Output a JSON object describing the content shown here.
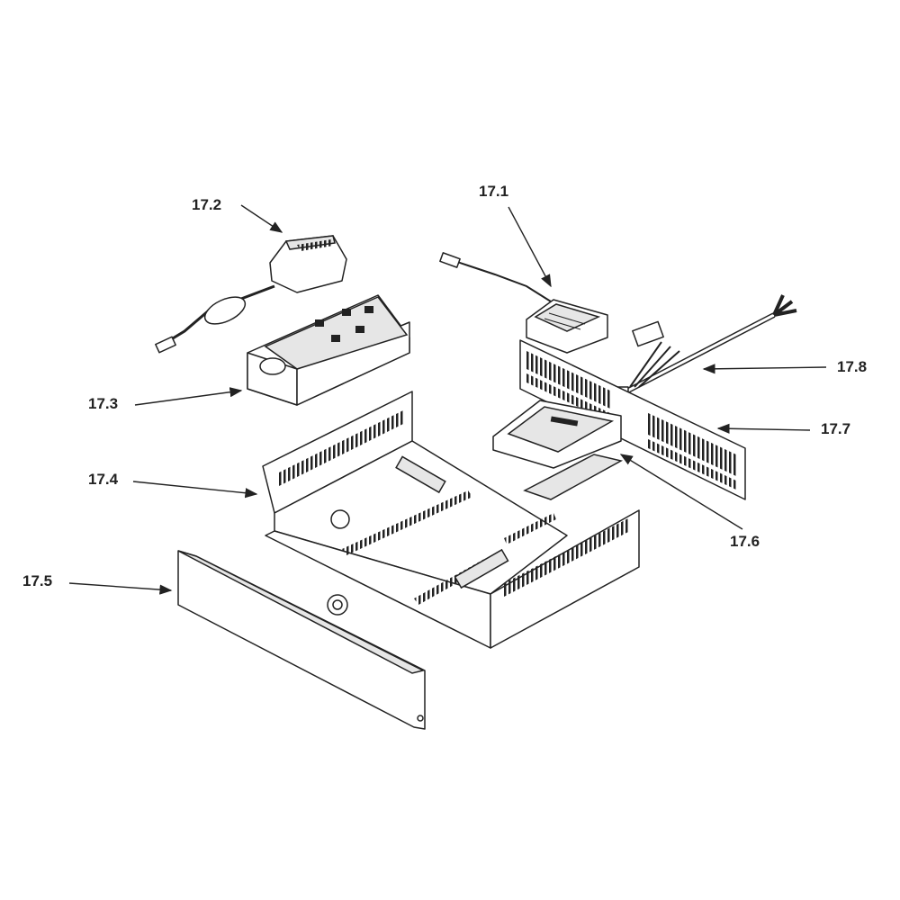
{
  "labels": {
    "p17_1": "17.1",
    "p17_2": "17.2",
    "p17_3": "17.3",
    "p17_4": "17.4",
    "p17_5": "17.5",
    "p17_6": "17.6",
    "p17_7": "17.7",
    "p17_8": "17.8"
  }
}
